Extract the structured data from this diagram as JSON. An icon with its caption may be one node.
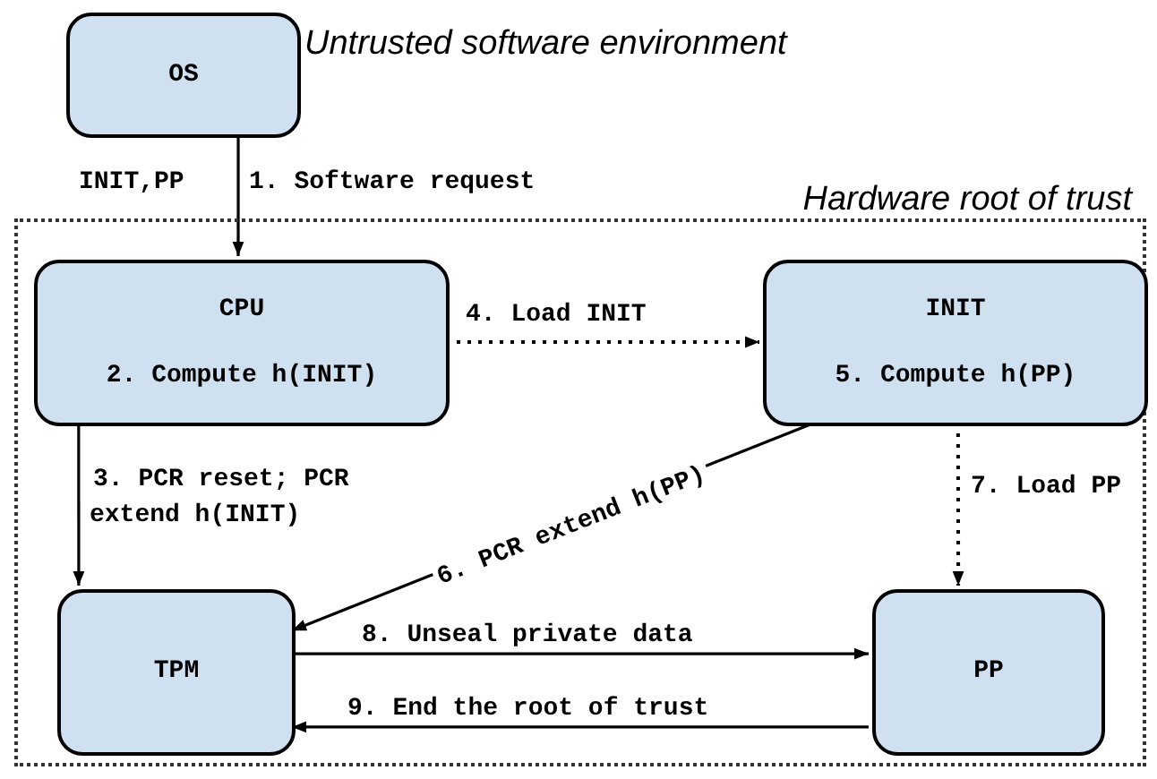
{
  "diagram": {
    "nodes": [
      {
        "text": [
          "OS"
        ],
        "beside": [
          "Untrusted software environment"
        ]
      },
      {
        "text": [
          "Hardware root of trust"
        ]
      },
      {
        "text": [
          "CPU",
          "2. Compute h(INIT)"
        ],
        "in": 1
      },
      {
        "text": [
          "INIT",
          "5. Compute h(PP)"
        ],
        "in": 1
      },
      {
        "text": [
          "TPM"
        ],
        "in": 1
      },
      {
        "text": [
          "PP"
        ],
        "in": 1
      }
    ],
    "edges": [
      {
        "from": 0,
        "to": 2,
        "arrow": "to",
        "label": "1. Software request"
      },
      {
        "from": 2,
        "to": 3,
        "arrow": "to",
        "label": "4. Load INIT",
        "style": "dashed"
      },
      {
        "from": 2,
        "to": 4,
        "arrow": "to",
        "label": "3. PCR reset; PCR extend h(INIT)"
      },
      {
        "from": 3,
        "to": 4,
        "arrow": "to",
        "label": "6. PCR extend h(PP)"
      },
      {
        "from": 3,
        "to": 5,
        "arrow": "to",
        "label": "7. Load PP",
        "style": "dashed"
      },
      {
        "from": 4,
        "to": 5,
        "arrow": "to",
        "label": "8. Unseal private data"
      },
      {
        "from": 5,
        "to": 4,
        "arrow": "to",
        "label": "9. End the root of trust"
      }
    ],
    "labels": [
      "INIT,PP"
    ]
  }
}
